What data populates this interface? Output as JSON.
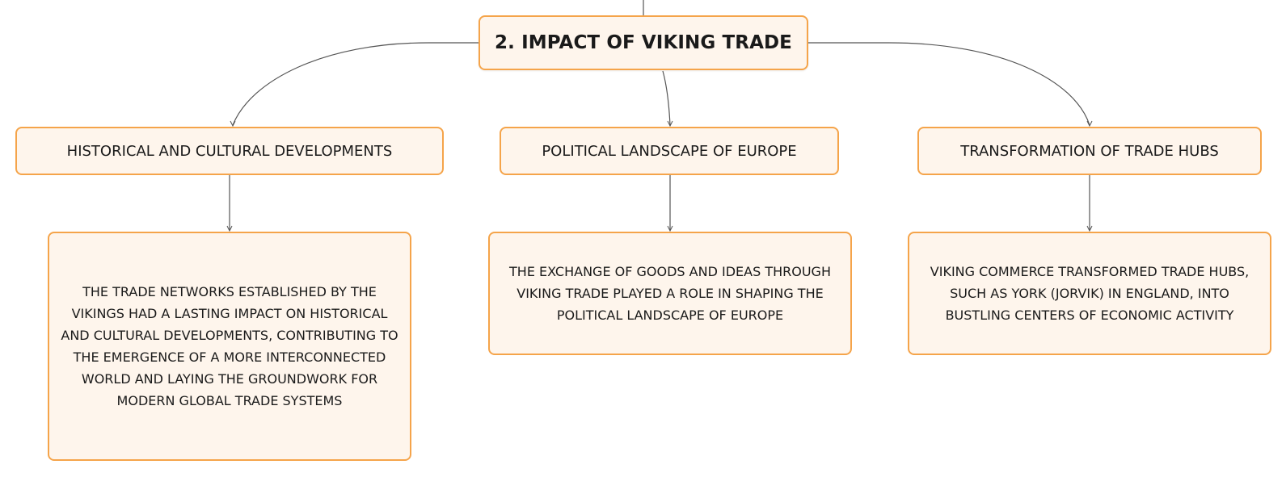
{
  "root": {
    "label": "2. IMPACT OF VIKING TRADE"
  },
  "branches": [
    {
      "label": "HISTORICAL AND CULTURAL DEVELOPMENTS",
      "detail": "THE TRADE NETWORKS ESTABLISHED BY THE VIKINGS HAD A LASTING IMPACT ON HISTORICAL AND CULTURAL DEVELOPMENTS, CONTRIBUTING TO THE EMERGENCE OF A MORE INTERCONNECTED WORLD AND LAYING THE GROUNDWORK FOR MODERN GLOBAL TRADE SYSTEMS"
    },
    {
      "label": "POLITICAL LANDSCAPE OF EUROPE",
      "detail": "THE EXCHANGE OF GOODS AND IDEAS THROUGH VIKING TRADE PLAYED A ROLE IN SHAPING THE POLITICAL LANDSCAPE OF EUROPE"
    },
    {
      "label": "TRANSFORMATION OF TRADE HUBS",
      "detail": "VIKING COMMERCE TRANSFORMED TRADE HUBS, SUCH AS YORK (JORVIK) IN ENGLAND, INTO BUSTLING CENTERS OF ECONOMIC ACTIVITY"
    }
  ],
  "colors": {
    "node_fill": "#fef5ec",
    "node_border": "#f5a44a",
    "connector": "#555555"
  }
}
